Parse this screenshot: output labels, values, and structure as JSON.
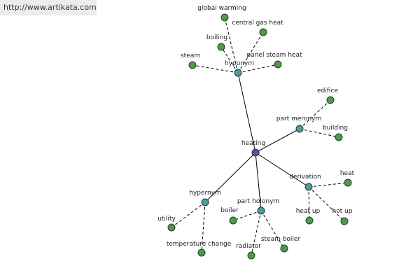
{
  "source_url": "http://www.artikata.com",
  "colors": {
    "center": "#4a5aa0",
    "relation": "#4a9aa0",
    "leaf": "#4f9a45",
    "stroke": "#2a3a2a"
  },
  "graph": {
    "center": {
      "id": "heating",
      "label": "heating"
    },
    "relations": [
      {
        "id": "hyponym",
        "label": "hyponym",
        "leaves": [
          "global warming",
          "central gas heat",
          "boiling",
          "steam",
          "panel steam heat"
        ]
      },
      {
        "id": "part-meronym",
        "label": "part meronym",
        "leaves": [
          "edifice",
          "building"
        ]
      },
      {
        "id": "derivation",
        "label": "derivation",
        "leaves": [
          "heat",
          "heat up",
          "hot up"
        ]
      },
      {
        "id": "part-holonym",
        "label": "part holonym",
        "leaves": [
          "boiler",
          "radiator",
          "steam boiler"
        ]
      },
      {
        "id": "hypernym",
        "label": "hypernym",
        "leaves": [
          "utility",
          "temperature change"
        ]
      }
    ]
  }
}
